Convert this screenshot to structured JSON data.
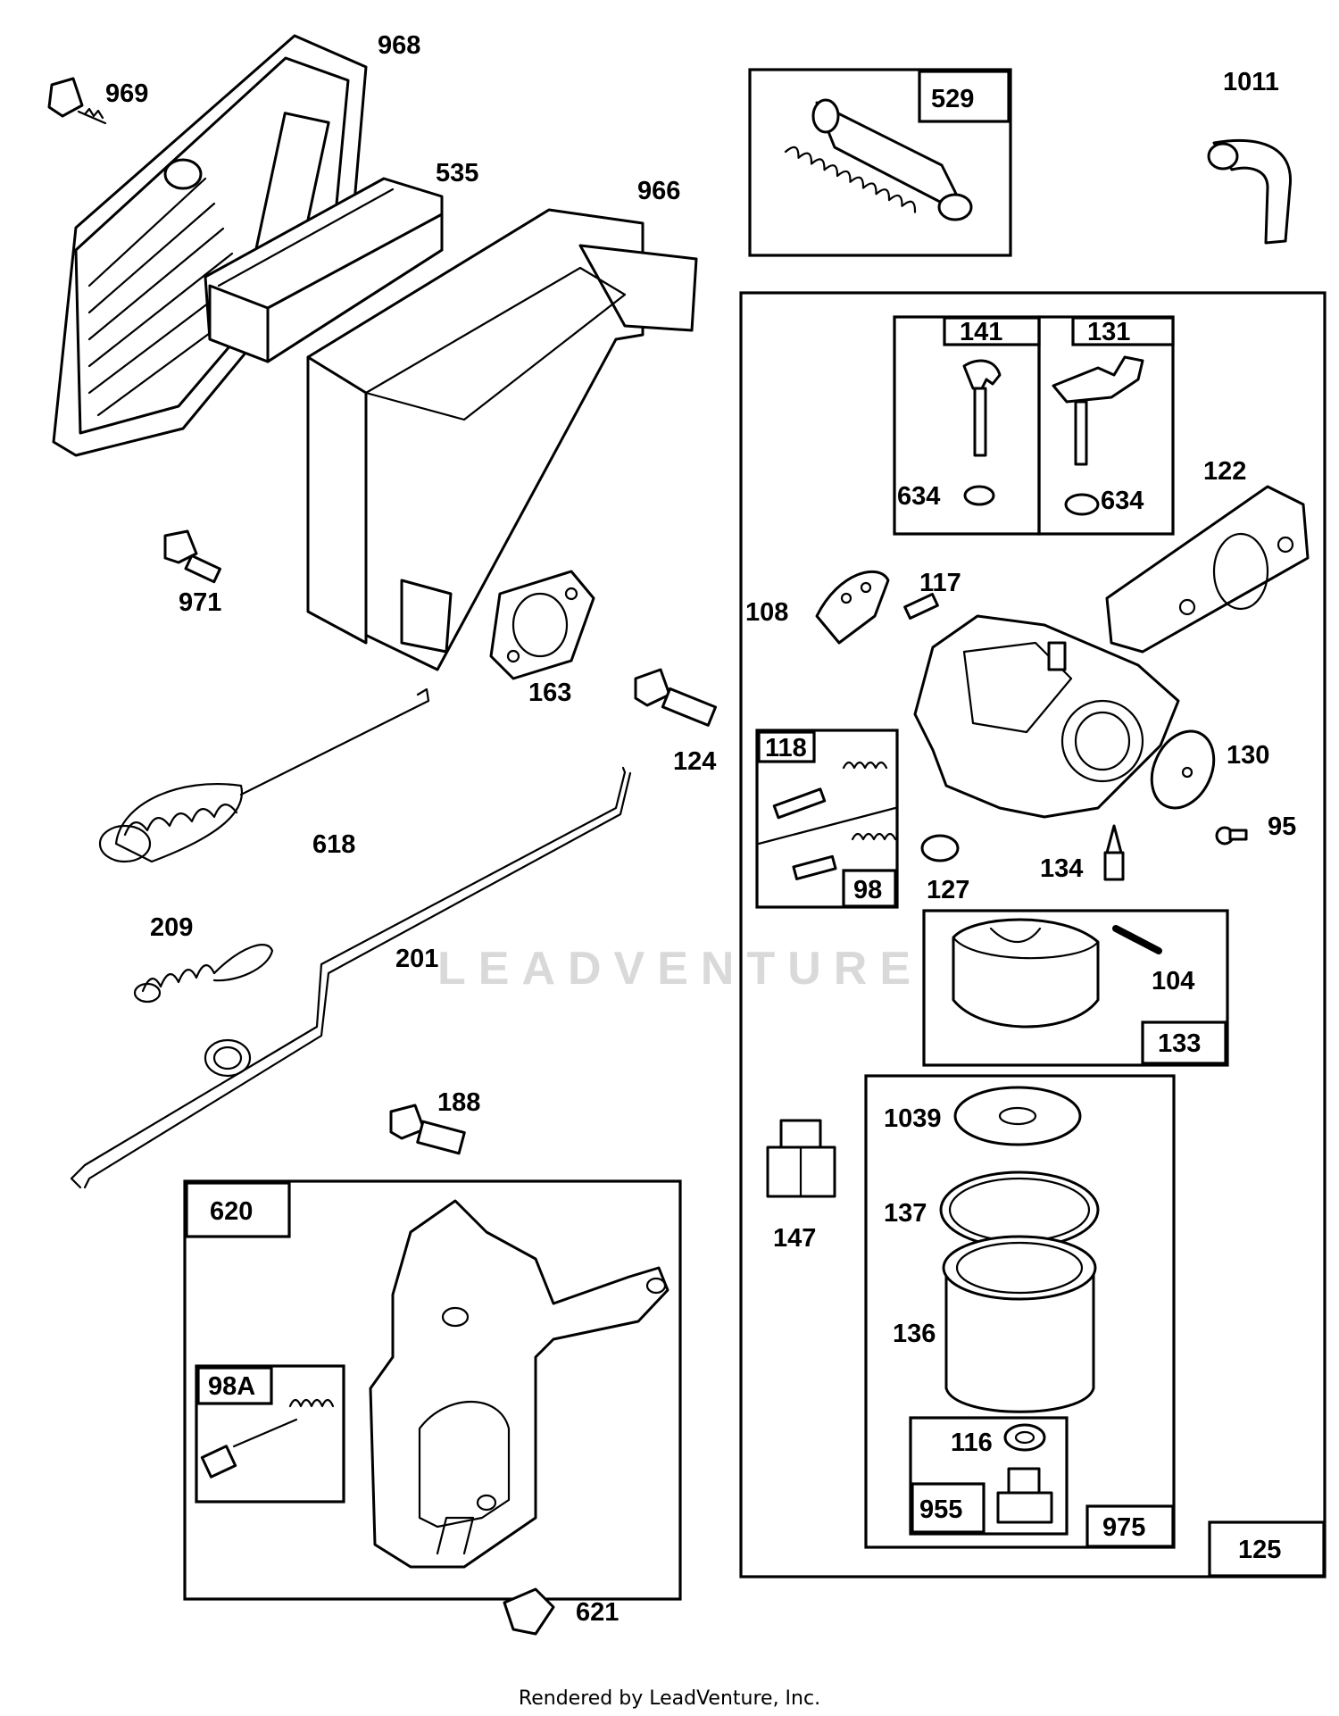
{
  "watermark_text": "LEADVENTURE",
  "footer": "Rendered by LeadVenture, Inc.",
  "labels": {
    "l968": "968",
    "l969": "969",
    "l535": "535",
    "l966": "966",
    "l971": "971",
    "l163": "163",
    "l124": "124",
    "l618": "618",
    "l209": "209",
    "l201": "201",
    "l188": "188",
    "l529": "529",
    "l1011": "1011",
    "l125": "125",
    "l141": "141",
    "l131": "131",
    "l634a": "634",
    "l634b": "634",
    "l122": "122",
    "l108": "108",
    "l117": "117",
    "l118": "118",
    "l98": "98",
    "l130": "130",
    "l95": "95",
    "l127": "127",
    "l134": "134",
    "l133": "133",
    "l104": "104",
    "l1039": "1039",
    "l147": "147",
    "l137": "137",
    "l136": "136",
    "l116": "116",
    "l955": "955",
    "l975": "975",
    "l620": "620",
    "l98A": "98A",
    "l621": "621"
  }
}
